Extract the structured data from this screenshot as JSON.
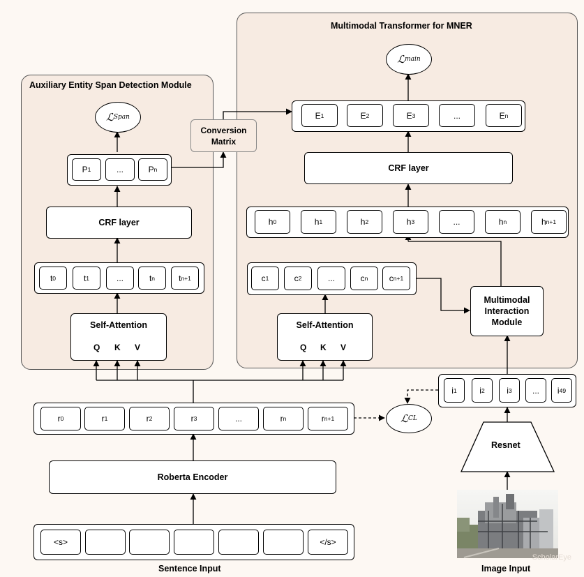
{
  "right_module": {
    "title": "Multimodal Transformer for MNER"
  },
  "left_module": {
    "title": "Auxiliary Entity Span Detection Module"
  },
  "loss": {
    "main": {
      "base": "ℒ",
      "sub": "main"
    },
    "span": {
      "base": "ℒ",
      "sub": "Span"
    },
    "cl": {
      "base": "ℒ",
      "sub": "CL"
    }
  },
  "conversion": {
    "line1": "Conversion",
    "line2": "Matrix"
  },
  "E_tokens": [
    {
      "b": "E",
      "s": "1"
    },
    {
      "b": "E",
      "s": "2"
    },
    {
      "b": "E",
      "s": "3"
    },
    {
      "b": "...",
      "s": ""
    },
    {
      "b": "E",
      "s": "n"
    }
  ],
  "P_tokens": [
    {
      "b": "P",
      "s": "1"
    },
    {
      "b": "...",
      "s": ""
    },
    {
      "b": "P",
      "s": "n"
    }
  ],
  "crf_label": "CRF layer",
  "h_tokens": [
    {
      "b": "h",
      "s": "0"
    },
    {
      "b": "h",
      "s": "1"
    },
    {
      "b": "h",
      "s": "2"
    },
    {
      "b": "h",
      "s": "3"
    },
    {
      "b": "...",
      "s": ""
    },
    {
      "b": "h",
      "s": "n"
    },
    {
      "b": "h",
      "s": "n+1"
    }
  ],
  "t_tokens": [
    {
      "b": "t",
      "s": "0"
    },
    {
      "b": "t",
      "s": "1"
    },
    {
      "b": "...",
      "s": ""
    },
    {
      "b": "t",
      "s": "n"
    },
    {
      "b": "t",
      "s": "n+1"
    }
  ],
  "c_tokens": [
    {
      "b": "c",
      "s": "1"
    },
    {
      "b": "c",
      "s": "2"
    },
    {
      "b": "...",
      "s": ""
    },
    {
      "b": "c",
      "s": "n"
    },
    {
      "b": "c",
      "s": "n+1"
    }
  ],
  "self_attention": {
    "title": "Self-Attention",
    "q": "Q",
    "k": "K",
    "v": "V"
  },
  "mim": {
    "line1": "Multimodal",
    "line2": "Interaction",
    "line3": "Module"
  },
  "i_tokens": [
    {
      "b": "i",
      "s": "1"
    },
    {
      "b": "i",
      "s": "2"
    },
    {
      "b": "i",
      "s": "3"
    },
    {
      "b": "...",
      "s": ""
    },
    {
      "b": "i",
      "s": "49"
    }
  ],
  "r_tokens": [
    {
      "b": "r",
      "s": "0"
    },
    {
      "b": "r",
      "s": "1"
    },
    {
      "b": "r",
      "s": "2"
    },
    {
      "b": "r",
      "s": "3"
    },
    {
      "b": "...",
      "s": ""
    },
    {
      "b": "r",
      "s": "n"
    },
    {
      "b": "r",
      "s": "n+1"
    }
  ],
  "resnet_label": "Resnet",
  "encoder_label": "Roberta Encoder",
  "s_tokens": [
    "<s>",
    "",
    "",
    "",
    "",
    "",
    "</s>"
  ],
  "captions": {
    "sentence": "Sentence Input",
    "image": "Image Input"
  },
  "colors": {
    "module_fill": "#f7ebe2",
    "background": "#fdf8f3"
  }
}
